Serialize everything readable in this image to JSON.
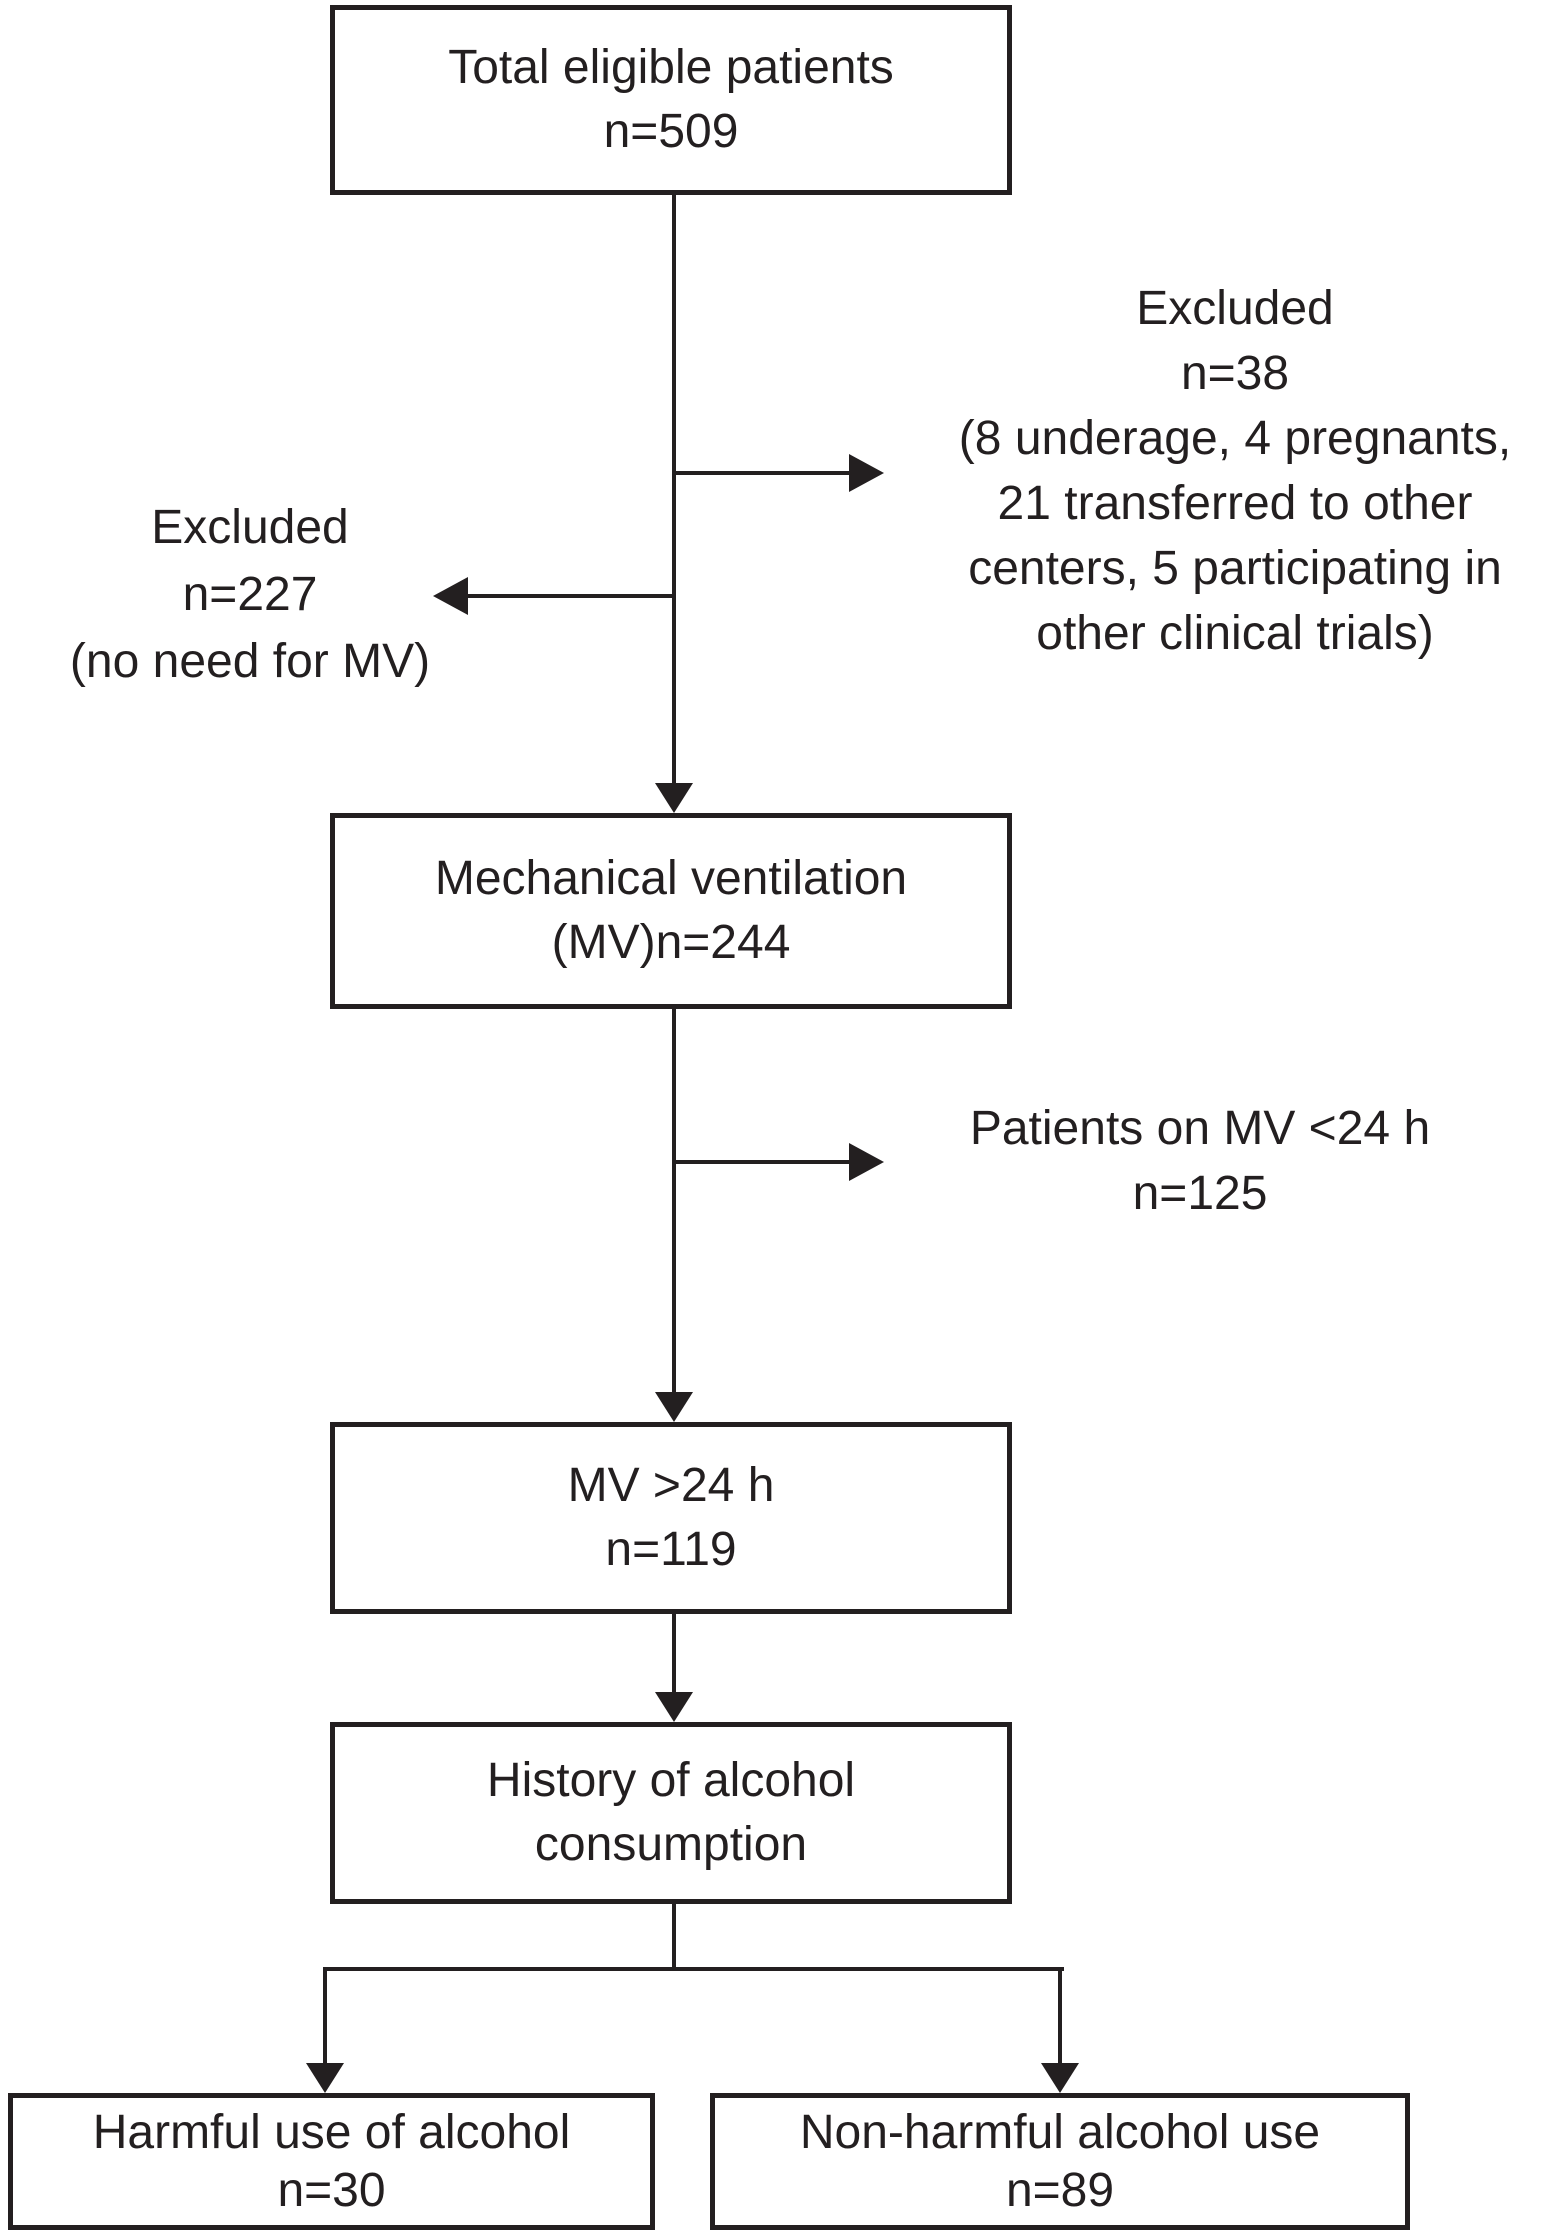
{
  "figure": {
    "type": "patient-flow-diagram",
    "background_color": "#ffffff",
    "ink_color": "#231f20"
  },
  "boxes": {
    "total": {
      "line1": "Total eligible patients",
      "line2": "n=509"
    },
    "mv": {
      "line1": "Mechanical ventilation",
      "line2": "(MV)n=244"
    },
    "mv24": {
      "line1": "MV >24 h",
      "line2": "n=119"
    },
    "history": {
      "line1": "History of alcohol",
      "line2": "consumption"
    },
    "harmful": {
      "line1": "Harmful use of alcohol",
      "line2": "n=30"
    },
    "nonharmful": {
      "line1": "Non-harmful alcohol use",
      "line2": "n=89"
    }
  },
  "notes": {
    "excluded_right": {
      "lines": [
        "Excluded",
        "n=38",
        "(8 underage, 4 pregnants,",
        "21 transferred to other",
        "centers, 5 participating in",
        "other clinical trials)"
      ]
    },
    "excluded_left": {
      "lines": [
        "Excluded",
        "n=227",
        "(no need for MV)"
      ]
    },
    "mv_less_24h": {
      "lines": [
        "Patients on MV <24 h",
        "n=125"
      ]
    }
  }
}
